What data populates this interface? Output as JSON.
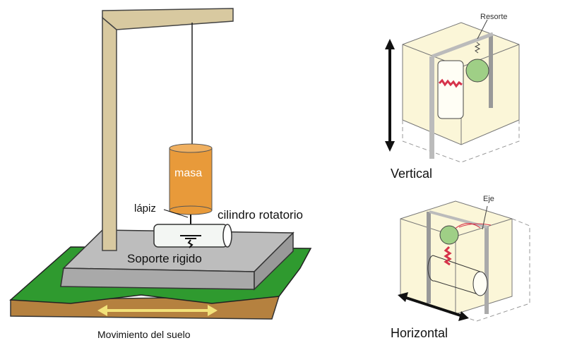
{
  "left_diagram": {
    "mass_label": "masa",
    "pencil_label": "lápiz",
    "drum_label": "cilindro rotatorio",
    "base_label": "Soporte rigido",
    "ground_motion_label": "Movimiento del suelo"
  },
  "vertical_diagram": {
    "spring_label": "Resorte",
    "title": "Vertical"
  },
  "horizontal_diagram": {
    "axis_label": "Eje",
    "title": "Horizontal"
  },
  "colors": {
    "mass": "#e89a3a",
    "post": "#d8c9a0",
    "ground_green": "#2f9a2f",
    "ground_brown": "#b5813f",
    "slab": "#b9b9b9",
    "box": "#fbf6d8",
    "trace": "#d6334a",
    "bob": "#9fcf86",
    "arrow_yellow": "#f2e27a"
  }
}
